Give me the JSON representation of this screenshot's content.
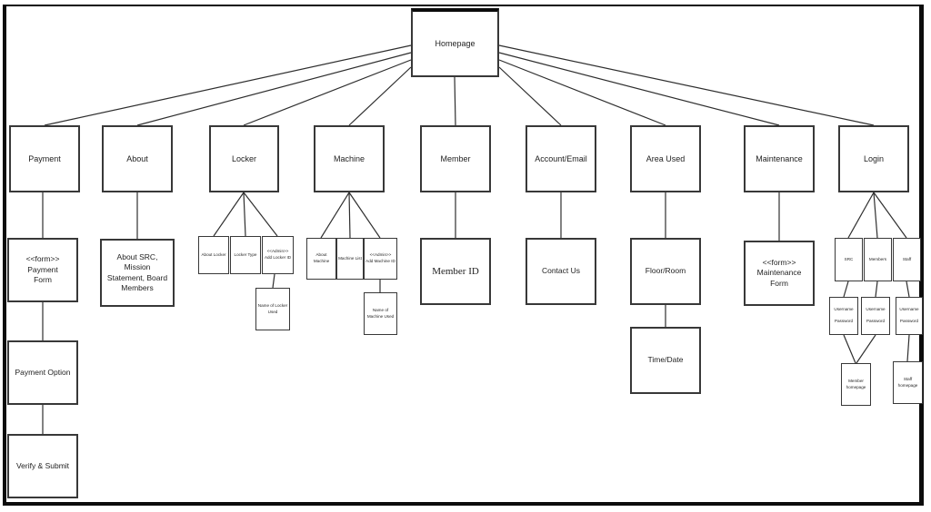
{
  "diagram_title": "Website sitemap hierarchy",
  "nodes": {
    "homepage": "Homepage",
    "payment": "Payment",
    "about": "About",
    "locker": "Locker",
    "machine": "Machine",
    "member": "Member",
    "account_email": "Account/Email",
    "area_used": "Area Used",
    "maintenance": "Maintenance",
    "login": "Login",
    "payment_form": "<<form>>\nPayment\nForm",
    "payment_option": "Payment Option",
    "verify_submit": "Verify & Submit",
    "about_src": "About SRC,\nMission\nStatement, Board\nMembers",
    "about_locker": "About Locker",
    "locker_type": "Locker Type",
    "add_locker_id": "<<Admin>>\nAdd Locker ID",
    "name_of_locker_used": "Name of Locker\nUsed",
    "about_machine": "About Machine",
    "machine_list": "Machine List",
    "add_machine_id": "<<Admin>>\nAdd Machine ID",
    "name_of_machine_used": "Name of\nMachine Used",
    "member_id": "Member ID",
    "contact_us": "Contact Us",
    "floor_room": "Floor/Room",
    "time_date": "Time/Date",
    "maintenance_form": "<<form>>\nMaintenance\nForm",
    "login_src": "SRC",
    "login_members": "Members",
    "login_staff": "Staff",
    "credentials": "Username\n\nPassword",
    "member_homepage": "Member\nhomepage",
    "staff_homepage": "Staff homepage"
  }
}
